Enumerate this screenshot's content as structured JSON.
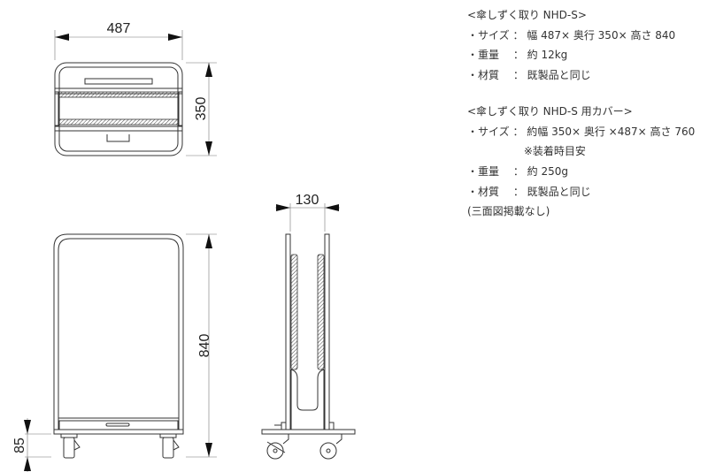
{
  "dimensions": {
    "top_width": "487",
    "top_depth": "350",
    "front_height": "840",
    "caster_height": "85",
    "side_width": "130"
  },
  "specs": {
    "product1": {
      "title": "<傘しずく取り NHD-S>",
      "size": "・サイズ ： 幅 487× 奥行 350× 高さ 840",
      "weight": "・重量　 ： 約 12kg",
      "material": "・材質　 ： 既製品と同じ"
    },
    "product2": {
      "title": "<傘しずく取り NHD-S 用カバー>",
      "size": "・サイズ ： 約幅 350× 奥行 ×487× 高さ 760",
      "note": "　　　　　 ※装着時目安",
      "weight": "・重量　 ： 約 250g",
      "material": "・材質　 ： 既製品と同じ",
      "remark": "(三面図掲載なし)"
    }
  }
}
